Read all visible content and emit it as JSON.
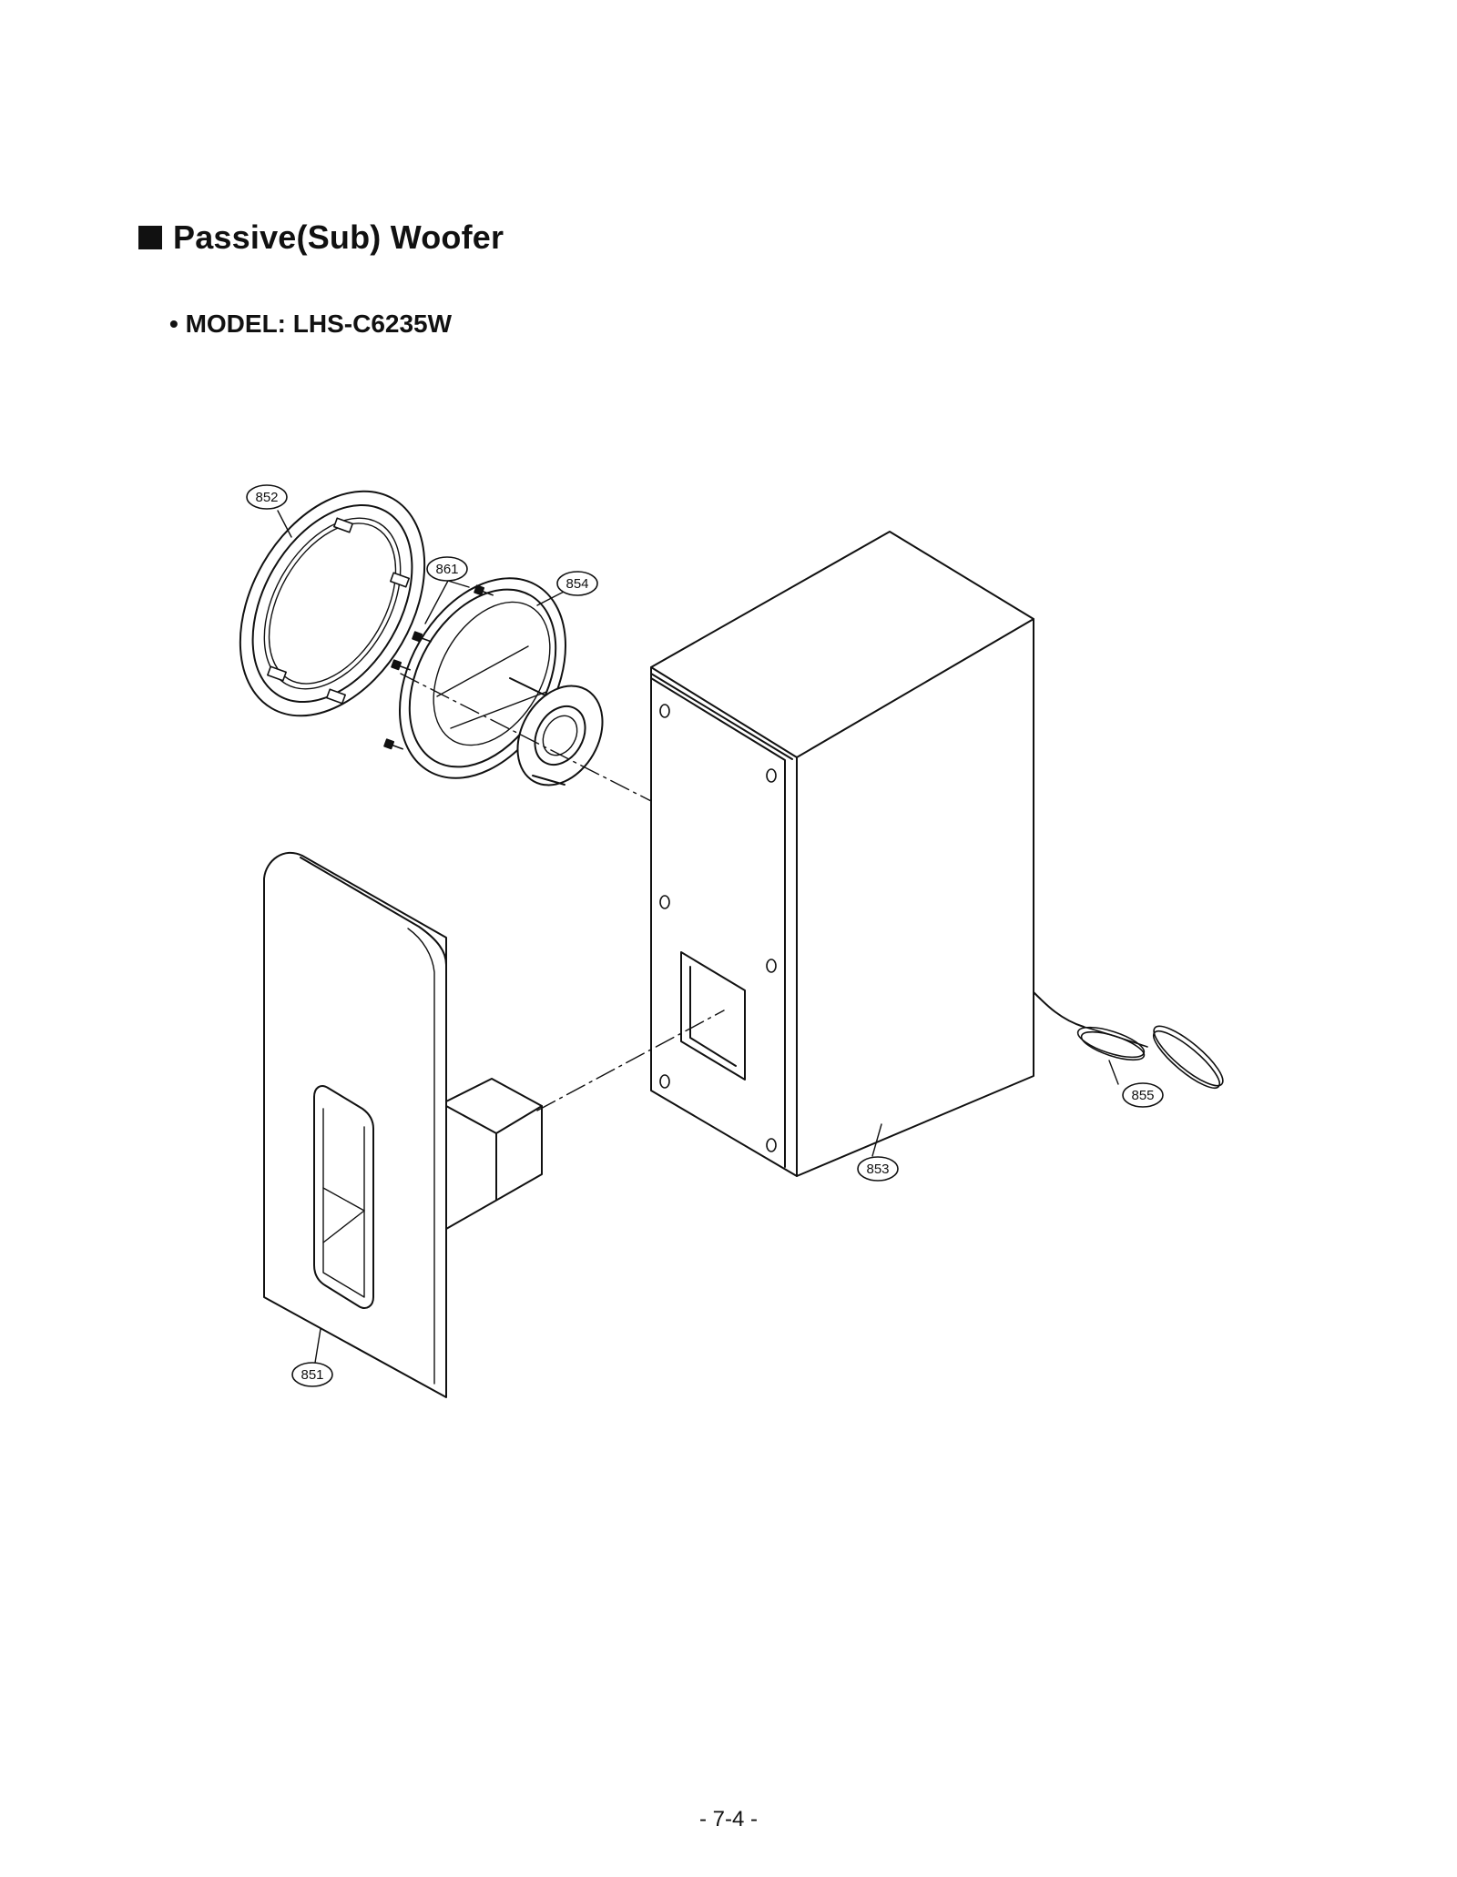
{
  "section_title": "Passive(Sub) Woofer",
  "model_line": "• MODEL: LHS-C6235W",
  "parts": {
    "grille_ring": "852",
    "screws": "861",
    "speaker_driver": "854",
    "front_panel": "851",
    "cabinet": "853",
    "speaker_cable": "855"
  },
  "page_number": "- 7-4 -"
}
